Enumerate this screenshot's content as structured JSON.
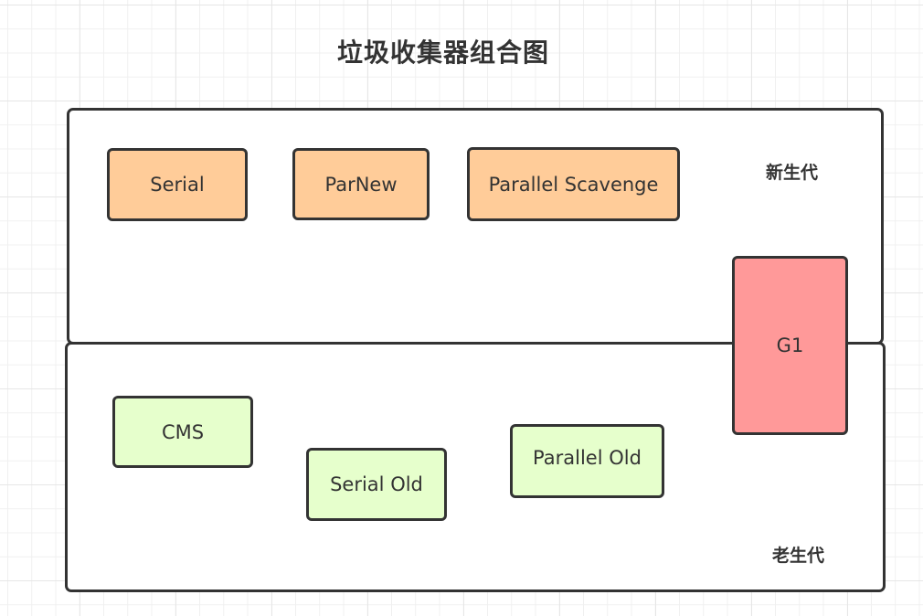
{
  "title": "垃圾收集器组合图",
  "regions": {
    "young": {
      "label": "新生代"
    },
    "old": {
      "label": "老生代"
    }
  },
  "colors": {
    "young_collector": "#ffcc99",
    "old_collector": "#e6ffcc",
    "both_collector": "#ff9999",
    "border": "#333333"
  },
  "collectors": {
    "serial": "Serial",
    "parnew": "ParNew",
    "parallel_scavenge": "Parallel Scavenge",
    "g1": "G1",
    "cms": "CMS",
    "serial_old": "Serial Old",
    "parallel_old": "Parallel Old"
  }
}
